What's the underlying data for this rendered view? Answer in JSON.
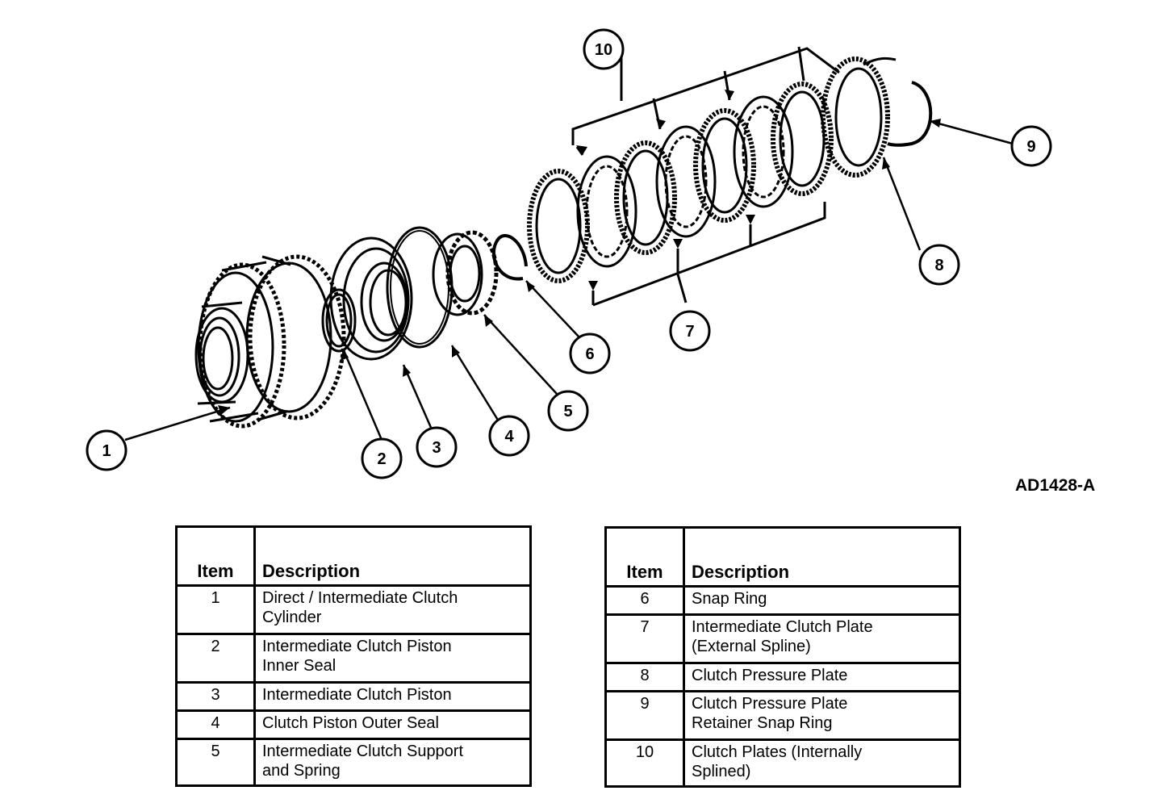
{
  "figure_code": "AD1428-A",
  "callouts": [
    "1",
    "2",
    "3",
    "4",
    "5",
    "6",
    "7",
    "8",
    "9",
    "10"
  ],
  "legend_left": {
    "headers": {
      "item": "Item",
      "description": "Description"
    },
    "rows": [
      {
        "item": "1",
        "line1": "Direct / Intermediate Clutch",
        "line2": "Cylinder"
      },
      {
        "item": "2",
        "line1": "Intermediate Clutch Piston",
        "line2": "Inner Seal"
      },
      {
        "item": "3",
        "line1": "Intermediate Clutch Piston",
        "line2": ""
      },
      {
        "item": "4",
        "line1": "Clutch Piston Outer Seal",
        "line2": ""
      },
      {
        "item": "5",
        "line1": "Intermediate Clutch Support",
        "line2": "and Spring"
      }
    ]
  },
  "legend_right": {
    "headers": {
      "item": "Item",
      "description": "Description"
    },
    "rows": [
      {
        "item": "6",
        "line1": "Snap Ring",
        "line2": ""
      },
      {
        "item": "7",
        "line1": "Intermediate Clutch Plate",
        "line2": "(External Spline)"
      },
      {
        "item": "8",
        "line1": "Clutch Pressure Plate",
        "line2": ""
      },
      {
        "item": "9",
        "line1": "Clutch Pressure Plate",
        "line2": "Retainer Snap Ring"
      },
      {
        "item": "10",
        "line1": "Clutch Plates (Internally",
        "line2": "Splined)"
      }
    ]
  }
}
